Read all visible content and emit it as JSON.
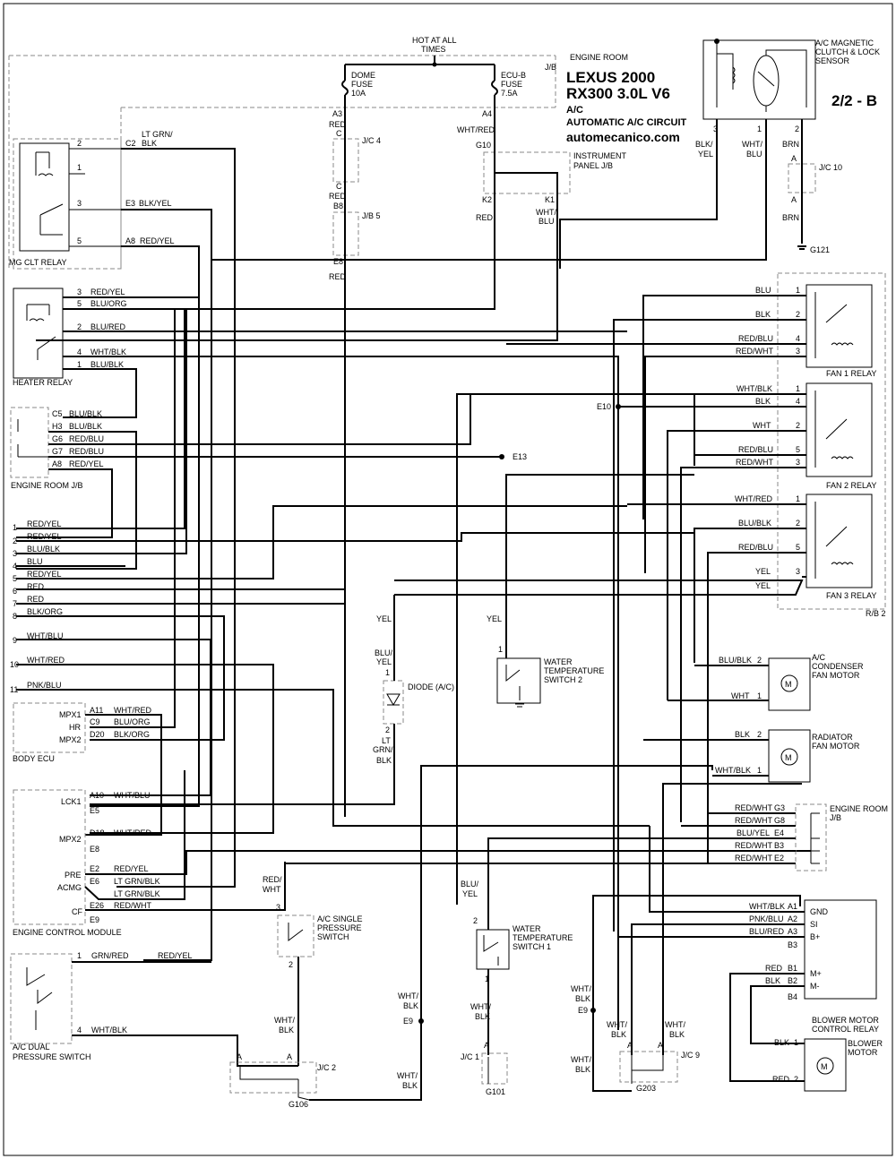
{
  "header": {
    "title": "LEXUS 2000",
    "model": "RX300  3.0L  V6",
    "system": "A/C",
    "circuit": "AUTOMATIC A/C CIRCUIT",
    "site": "automecanico.com",
    "page": "2/2 - B"
  },
  "power": {
    "hot_at_all_times": "HOT AT ALL TIMES",
    "engine_room_jb": "ENGINE ROOM J/B",
    "dome_fuse": "DOME FUSE 10A",
    "ecu_b_fuse": "ECU-B FUSE 7.5A"
  },
  "components": {
    "mg_clt_relay": "MG CLT RELAY",
    "heater_relay": "HEATER RELAY",
    "engine_room_jb": "ENGINE ROOM J/B",
    "body_ecu": "BODY ECU",
    "engine_control_module": "ENGINE CONTROL MODULE",
    "ac_dual_pressure_switch": "A/C DUAL PRESSURE SWITCH",
    "ac_single_pressure_switch": "A/C SINGLE PRESSURE SWITCH",
    "diode": "DIODE (A/C)",
    "water_temp_switch_1": "WATER TEMPERATURE SWITCH 1",
    "water_temp_switch_2": "WATER TEMPERATURE SWITCH 2",
    "ac_magnetic_clutch": "A/C MAGNETIC CLUTCH & LOCK SENSOR",
    "instrument_panel_jb": "INSTRUMENT PANEL J/B",
    "fan1_relay": "FAN 1 RELAY",
    "fan2_relay": "FAN 2 RELAY",
    "fan3_relay": "FAN 3 RELAY",
    "rb2": "R/B 2",
    "ac_condenser_fan_motor": "A/C CONDENSER FAN MOTOR",
    "radiator_fan_motor": "RADIATOR FAN MOTOR",
    "engine_room_jb_right": "ENGINE ROOM J/B",
    "blower_motor_control_relay": "BLOWER MOTOR CONTROL RELAY",
    "blower_motor": "BLOWER MOTOR"
  },
  "junctions": {
    "jc4": "J/C 4",
    "jb5": "J/B 5",
    "jc10": "J/C 10",
    "jc2": "J/C 2",
    "jc1": "J/C 1",
    "jc9": "J/C 9",
    "g121": "G121",
    "g106": "G106",
    "g101": "G101",
    "g203": "G203",
    "e10": "E10",
    "e13": "E13",
    "e9a": "E9",
    "e9b": "E9"
  },
  "mg_clt_pins": [
    {
      "pin": "2",
      "conn": "C2",
      "wire": "LT GRN/ BLK"
    },
    {
      "pin": "1",
      "conn": "",
      "wire": ""
    },
    {
      "pin": "3",
      "conn": "E3",
      "wire": "BLK/YEL"
    },
    {
      "pin": "5",
      "conn": "A8",
      "wire": "RED/YEL"
    }
  ],
  "heater_relay_pins": [
    {
      "pin": "3",
      "wire": "RED/YEL"
    },
    {
      "pin": "5",
      "wire": "BLU/ORG"
    },
    {
      "pin": "2",
      "wire": "BLU/RED"
    },
    {
      "pin": "4",
      "wire": "WHT/BLK"
    },
    {
      "pin": "1",
      "wire": "BLU/BLK"
    }
  ],
  "er_jb_left_pins": [
    {
      "conn": "C5",
      "wire": "BLU/BLK"
    },
    {
      "conn": "H3",
      "wire": "BLU/BLK"
    },
    {
      "conn": "G6",
      "wire": "RED/BLU"
    },
    {
      "conn": "G7",
      "wire": "RED/BLU"
    },
    {
      "conn": "A8",
      "wire": "RED/YEL"
    }
  ],
  "numbered_wires": [
    {
      "n": "1",
      "wire": "RED/YEL"
    },
    {
      "n": "2",
      "wire": "RED/YEL"
    },
    {
      "n": "3",
      "wire": "BLU/BLK"
    },
    {
      "n": "4",
      "wire": "BLU"
    },
    {
      "n": "5",
      "wire": "RED/YEL"
    },
    {
      "n": "6",
      "wire": "RED"
    },
    {
      "n": "7",
      "wire": "RED"
    },
    {
      "n": "8",
      "wire": "BLK/ORG"
    },
    {
      "n": "9",
      "wire": "WHT/BLU"
    },
    {
      "n": "10",
      "wire": "WHT/RED"
    },
    {
      "n": "11",
      "wire": "PNK/BLU"
    }
  ],
  "body_ecu_pins": [
    {
      "name": "MPX1",
      "conn": "A11",
      "wire": "WHT/RED"
    },
    {
      "name": "HR",
      "conn": "C9",
      "wire": "BLU/ORG"
    },
    {
      "name": "MPX2",
      "conn": "D20",
      "wire": "BLK/ORG"
    }
  ],
  "ecm_pins": [
    {
      "name": "LCK1",
      "conn": "A10",
      "wire": "WHT/BLU"
    },
    {
      "name": "",
      "conn": "E5",
      "wire": ""
    },
    {
      "name": "MPX2",
      "conn": "D18",
      "wire": "WHT/RED"
    },
    {
      "name": "",
      "conn": "E8",
      "wire": ""
    },
    {
      "name": "PRE",
      "conn": "E2",
      "wire": "RED/YEL"
    },
    {
      "name": "ACMG",
      "conn": "E6",
      "wire": "LT GRN/BLK"
    },
    {
      "name": "",
      "conn": "",
      "wire": "LT GRN/BLK"
    },
    {
      "name": "CF",
      "conn": "E26",
      "wire": "RED/WHT"
    },
    {
      "name": "",
      "conn": "E9",
      "wire": ""
    }
  ],
  "dual_switch_pins": [
    {
      "pin": "1",
      "wire1": "GRN/RED",
      "wire2": "RED/YEL"
    },
    {
      "pin": "4",
      "wire1": "WHT/BLK",
      "wire2": ""
    }
  ],
  "center_labels": {
    "a3": "A3",
    "red1": "RED",
    "c1": "C",
    "c2": "C",
    "red2": "RED",
    "b8": "B8",
    "e8": "E8",
    "red3": "RED",
    "a4": "A4",
    "wht_red": "WHT/RED",
    "g10": "G10",
    "k2": "K2",
    "k1": "K1",
    "red4": "RED",
    "wht_blu": "WHT/ BLU",
    "blk_yel": "BLK/ YEL",
    "wht_blu2": "WHT/ BLU",
    "brn1": "BRN",
    "brn2": "BRN",
    "p3": "3",
    "p1": "1",
    "p2": "2",
    "a_top": "A",
    "a_bot": "A",
    "yel1": "YEL",
    "blu_yel": "BLU/ YEL",
    "d1": "1",
    "d2": "2",
    "lt_grn_blk": "LT GRN/ BLK",
    "yel2": "YEL",
    "ws2_1": "1",
    "red_wht": "RED/ WHT",
    "sp3": "3",
    "sp2": "2",
    "blu_yel2": "BLU/ YEL",
    "ws1_2": "2",
    "ws1_1": "1",
    "wht_blk1": "WHT/ BLK",
    "wht_blk2": "WHT/ BLK",
    "wht_blk3": "WHT/ BLK",
    "wht_blk4": "WHT/ BLK",
    "wht_blk5": "WHT/ BLK",
    "wht_blk6": "WHT/ BLK",
    "wht_blk7": "WHT/ BLK",
    "wht_blk8": "WHT/ BLK"
  },
  "fan1_pins": [
    {
      "wire": "BLU",
      "pin": "1"
    },
    {
      "wire": "BLK",
      "pin": "2"
    },
    {
      "wire": "RED/BLU",
      "pin": "4"
    },
    {
      "wire": "RED/WHT",
      "pin": "3"
    }
  ],
  "fan2_pins": [
    {
      "wire": "WHT/BLK",
      "pin": "1"
    },
    {
      "wire": "BLK",
      "pin": "4"
    },
    {
      "wire": "WHT",
      "pin": "2"
    },
    {
      "wire": "RED/BLU",
      "pin": "5"
    },
    {
      "wire": "RED/WHT",
      "pin": "3"
    }
  ],
  "fan3_pins": [
    {
      "wire": "WHT/RED",
      "pin": "1"
    },
    {
      "wire": "BLU/BLK",
      "pin": "2"
    },
    {
      "wire": "RED/BLU",
      "pin": "5"
    },
    {
      "wire": "YEL",
      "pin": "3"
    },
    {
      "wire": "YEL",
      "pin": ""
    }
  ],
  "condenser_pins": [
    {
      "wire": "BLU/BLK",
      "pin": "2"
    },
    {
      "wire": "WHT",
      "pin": "1"
    }
  ],
  "radiator_pins": [
    {
      "wire": "BLK",
      "pin": "2"
    },
    {
      "wire": "WHT/BLK",
      "pin": "1"
    }
  ],
  "er_jb_right_pins": [
    {
      "wire": "RED/WHT",
      "conn": "G3"
    },
    {
      "wire": "RED/WHT",
      "conn": "G8"
    },
    {
      "wire": "BLU/YEL",
      "conn": "E4"
    },
    {
      "wire": "RED/WHT",
      "conn": "B3"
    },
    {
      "wire": "RED/WHT",
      "conn": "E2"
    }
  ],
  "blower_relay_pins": [
    {
      "wire": "WHT/BLK",
      "conn": "A1",
      "name": "GND"
    },
    {
      "wire": "PNK/BLU",
      "conn": "A2",
      "name": "SI"
    },
    {
      "wire": "BLU/RED",
      "conn": "A3",
      "name": "B+"
    },
    {
      "wire": "",
      "conn": "B3",
      "name": ""
    },
    {
      "wire": "RED",
      "conn": "B1",
      "name": "M+"
    },
    {
      "wire": "BLK",
      "conn": "B2",
      "name": "M-"
    },
    {
      "wire": "",
      "conn": "B4",
      "name": ""
    }
  ],
  "blower_motor_pins": [
    {
      "wire": "BLK",
      "pin": "1"
    },
    {
      "wire": "RED",
      "pin": "2"
    }
  ],
  "icons": [
    "motor-icon",
    "diode-icon",
    "ground-icon",
    "relay-coil-icon",
    "switch-icon"
  ]
}
